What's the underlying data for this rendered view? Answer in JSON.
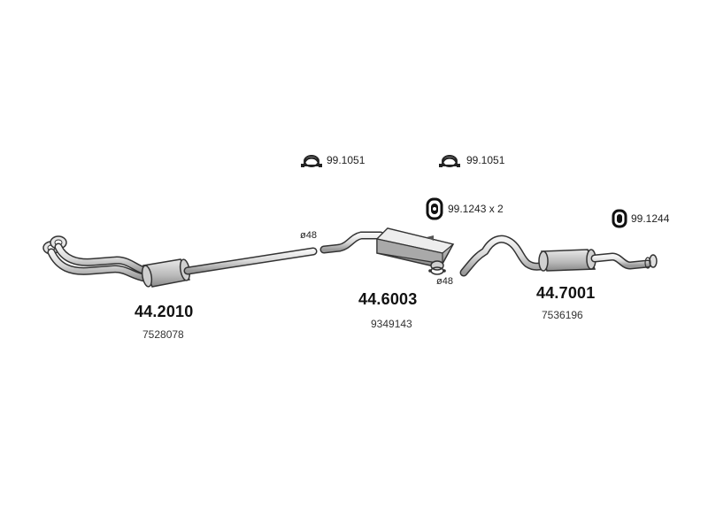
{
  "clamps": [
    {
      "code": "99.1051"
    },
    {
      "code": "99.1051"
    }
  ],
  "hangers": [
    {
      "code": "99.1243 x 2"
    },
    {
      "code": "99.1244"
    }
  ],
  "diameters": [
    {
      "label": "ø48"
    },
    {
      "label": "ø48"
    }
  ],
  "parts": [
    {
      "number": "44.2010",
      "reference": "7528078"
    },
    {
      "number": "44.6003",
      "reference": "9349143"
    },
    {
      "number": "44.7001",
      "reference": "7536196"
    }
  ]
}
